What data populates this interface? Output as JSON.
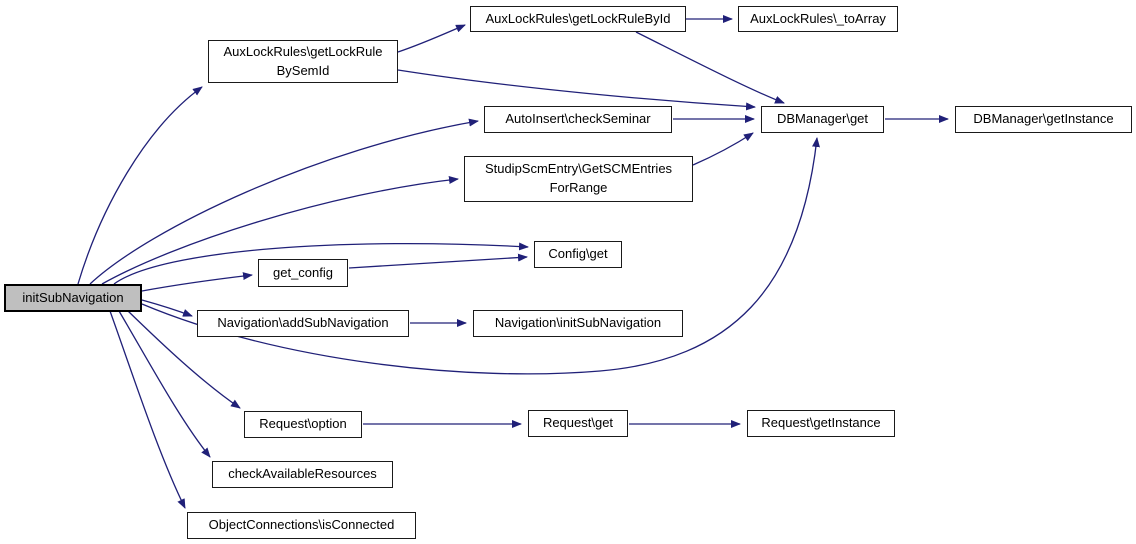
{
  "diagram": {
    "type": "call-graph",
    "background_color": "#ffffff",
    "edge_color": "#202078",
    "node_fill": "#ffffff",
    "node_border_color": "#1a1a1a",
    "highlight_node_fill": "#bfbfbf",
    "nodes": [
      {
        "id": "initSubNavigation",
        "label": "initSubNavigation",
        "highlighted": true
      },
      {
        "id": "getLockRuleBySemId",
        "label": "AuxLockRules\\getLockRule\nBySemId",
        "highlighted": false
      },
      {
        "id": "getLockRuleById",
        "label": "AuxLockRules\\getLockRuleById",
        "highlighted": false
      },
      {
        "id": "toArray",
        "label": "AuxLockRules\\_toArray",
        "highlighted": false
      },
      {
        "id": "checkSeminar",
        "label": "AutoInsert\\checkSeminar",
        "highlighted": false
      },
      {
        "id": "dbManagerGet",
        "label": "DBManager\\get",
        "highlighted": false
      },
      {
        "id": "dbManagerGetInstance",
        "label": "DBManager\\getInstance",
        "highlighted": false
      },
      {
        "id": "getSCMEntriesForRange",
        "label": "StudipScmEntry\\GetSCMEntries\nForRange",
        "highlighted": false
      },
      {
        "id": "configGet",
        "label": "Config\\get",
        "highlighted": false
      },
      {
        "id": "getConfig",
        "label": "get_config",
        "highlighted": false
      },
      {
        "id": "addSubNavigation",
        "label": "Navigation\\addSubNavigation",
        "highlighted": false
      },
      {
        "id": "navInitSubNavigation",
        "label": "Navigation\\initSubNavigation",
        "highlighted": false
      },
      {
        "id": "requestOption",
        "label": "Request\\option",
        "highlighted": false
      },
      {
        "id": "requestGet",
        "label": "Request\\get",
        "highlighted": false
      },
      {
        "id": "requestGetInstance",
        "label": "Request\\getInstance",
        "highlighted": false
      },
      {
        "id": "checkAvailableResources",
        "label": "checkAvailableResources",
        "highlighted": false
      },
      {
        "id": "isConnected",
        "label": "ObjectConnections\\isConnected",
        "highlighted": false
      }
    ],
    "edges": [
      {
        "from": "initSubNavigation",
        "to": "getLockRuleBySemId"
      },
      {
        "from": "initSubNavigation",
        "to": "checkSeminar"
      },
      {
        "from": "initSubNavigation",
        "to": "getSCMEntriesForRange"
      },
      {
        "from": "initSubNavigation",
        "to": "configGet"
      },
      {
        "from": "initSubNavigation",
        "to": "getConfig"
      },
      {
        "from": "initSubNavigation",
        "to": "addSubNavigation"
      },
      {
        "from": "initSubNavigation",
        "to": "dbManagerGet"
      },
      {
        "from": "initSubNavigation",
        "to": "requestOption"
      },
      {
        "from": "initSubNavigation",
        "to": "checkAvailableResources"
      },
      {
        "from": "initSubNavigation",
        "to": "isConnected"
      },
      {
        "from": "getLockRuleBySemId",
        "to": "getLockRuleById"
      },
      {
        "from": "getLockRuleBySemId",
        "to": "dbManagerGet"
      },
      {
        "from": "getLockRuleById",
        "to": "toArray"
      },
      {
        "from": "getLockRuleById",
        "to": "dbManagerGet"
      },
      {
        "from": "checkSeminar",
        "to": "dbManagerGet"
      },
      {
        "from": "getSCMEntriesForRange",
        "to": "dbManagerGet"
      },
      {
        "from": "dbManagerGet",
        "to": "dbManagerGetInstance"
      },
      {
        "from": "getConfig",
        "to": "configGet"
      },
      {
        "from": "addSubNavigation",
        "to": "navInitSubNavigation"
      },
      {
        "from": "requestOption",
        "to": "requestGet"
      },
      {
        "from": "requestGet",
        "to": "requestGetInstance"
      }
    ]
  }
}
